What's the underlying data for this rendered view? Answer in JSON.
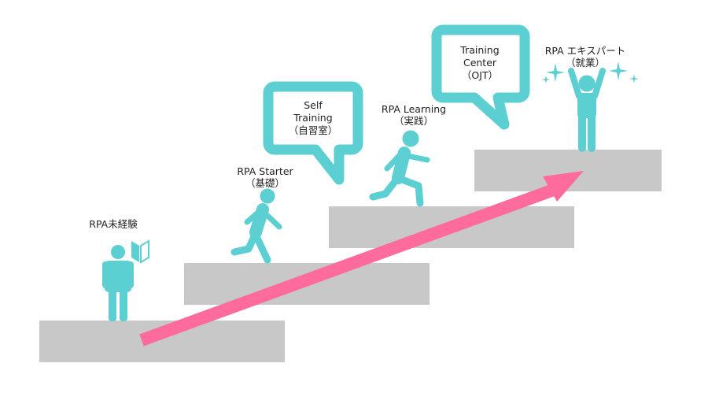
{
  "colors": {
    "step": "#c8c8c8",
    "figure": "#5bcfd1",
    "arrow": "#ff6b9d",
    "bubble_border": "#5bcfd1",
    "sparkle": "#5bcfd1",
    "text": "#222222"
  },
  "stages": [
    {
      "title": "RPA未経験",
      "subtitle": ""
    },
    {
      "title": "RPA Starter",
      "subtitle": "（基礎）"
    },
    {
      "title": "RPA Learning",
      "subtitle": "（実践）"
    },
    {
      "title": "RPA エキスパート",
      "subtitle": "（就業）"
    }
  ],
  "bubbles": [
    {
      "lines": [
        "Self",
        "Training",
        "（自習室）"
      ]
    },
    {
      "lines": [
        "Training",
        "Center",
        "（OJT）"
      ]
    }
  ],
  "icons": {
    "beginner_mark": "beginner-mark-icon",
    "arrow": "up-right-arrow-icon",
    "sparkles": "sparkle-icon"
  }
}
